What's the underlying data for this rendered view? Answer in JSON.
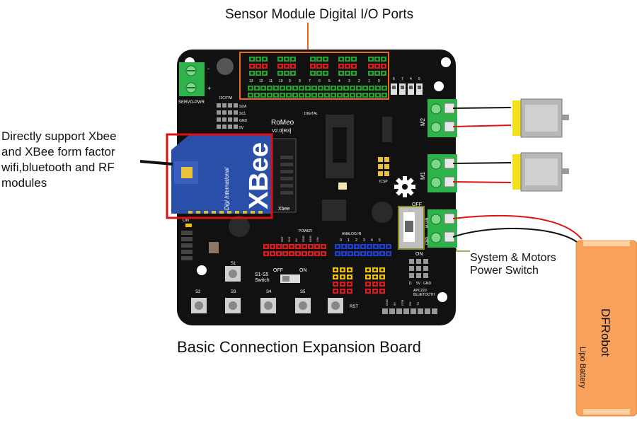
{
  "annotations": {
    "io_ports": "Sensor Module Digital I/O Ports",
    "xbee_support": "Directly support Xbee\nand XBee form factor\nwifi,bluetooth and RF\nmodules",
    "power_switch": "System & Motors\nPower Switch",
    "board_caption": "Basic Connection Expansion Board"
  },
  "board": {
    "name": "RoMeo",
    "version": "V2.0[R3]",
    "servo_pwr": "SERVO-PWR",
    "i2c": "I2C/TWI",
    "i2c_pins": [
      "SDA",
      "SCL",
      "GND",
      "5V"
    ],
    "digital": "DIGITAL",
    "power": "POWER",
    "power_pins": [
      "RST",
      "3V3",
      "5V",
      "GND",
      "GND",
      "VIN"
    ],
    "analog_in": "ANALOG IN",
    "analog_pins": [
      "0",
      "1",
      "2",
      "3",
      "4",
      "5"
    ],
    "icsp": "ICSP",
    "xbee_label": "Xbee",
    "switch_off": "OFF",
    "switch_on": "ON",
    "s1s5_label": "S1-S5\nSwitch",
    "s1s5_off": "OFF",
    "s1s5_on": "ON",
    "buttons": [
      "S1",
      "S2",
      "S3",
      "S4",
      "S5",
      "RST"
    ],
    "apc220": "APC220\nBLUETOOTH",
    "serial_pins": [
      "GND",
      "5V",
      "DTR",
      "RX",
      "TX"
    ],
    "gnd_5v": [
      "D",
      "5V",
      "GND"
    ],
    "m1": "M1",
    "m2": "M2",
    "vin_label": "M-VIN",
    "gnd_label": "GND",
    "on_led": "ON",
    "digital_top_pins": [
      "13",
      "12",
      "11",
      "10",
      "9",
      "8",
      "7",
      "6",
      "5",
      "4",
      "3",
      "2",
      "1",
      "0"
    ],
    "motor_pins": [
      "6",
      "7",
      "4",
      "5"
    ]
  },
  "xbee_module": {
    "brand": "Digi International",
    "name": "XBee"
  },
  "battery": {
    "brand": "DFRobot",
    "type": "Lipo Battery"
  },
  "colors": {
    "board": "#111111",
    "pin_green": "#27a12f",
    "pin_red": "#e01b1b",
    "pin_blue": "#1d3fd8",
    "pin_yellow": "#f2c200",
    "terminal_green": "#2eb24a",
    "motor_yellow": "#f3e21b",
    "battery_orange": "#f7a15a",
    "highlight_orange": "#e86a1a",
    "xbee_red": "#e01010",
    "xbee_blue": "#2a4fa8",
    "olive": "#8a8a1a"
  }
}
